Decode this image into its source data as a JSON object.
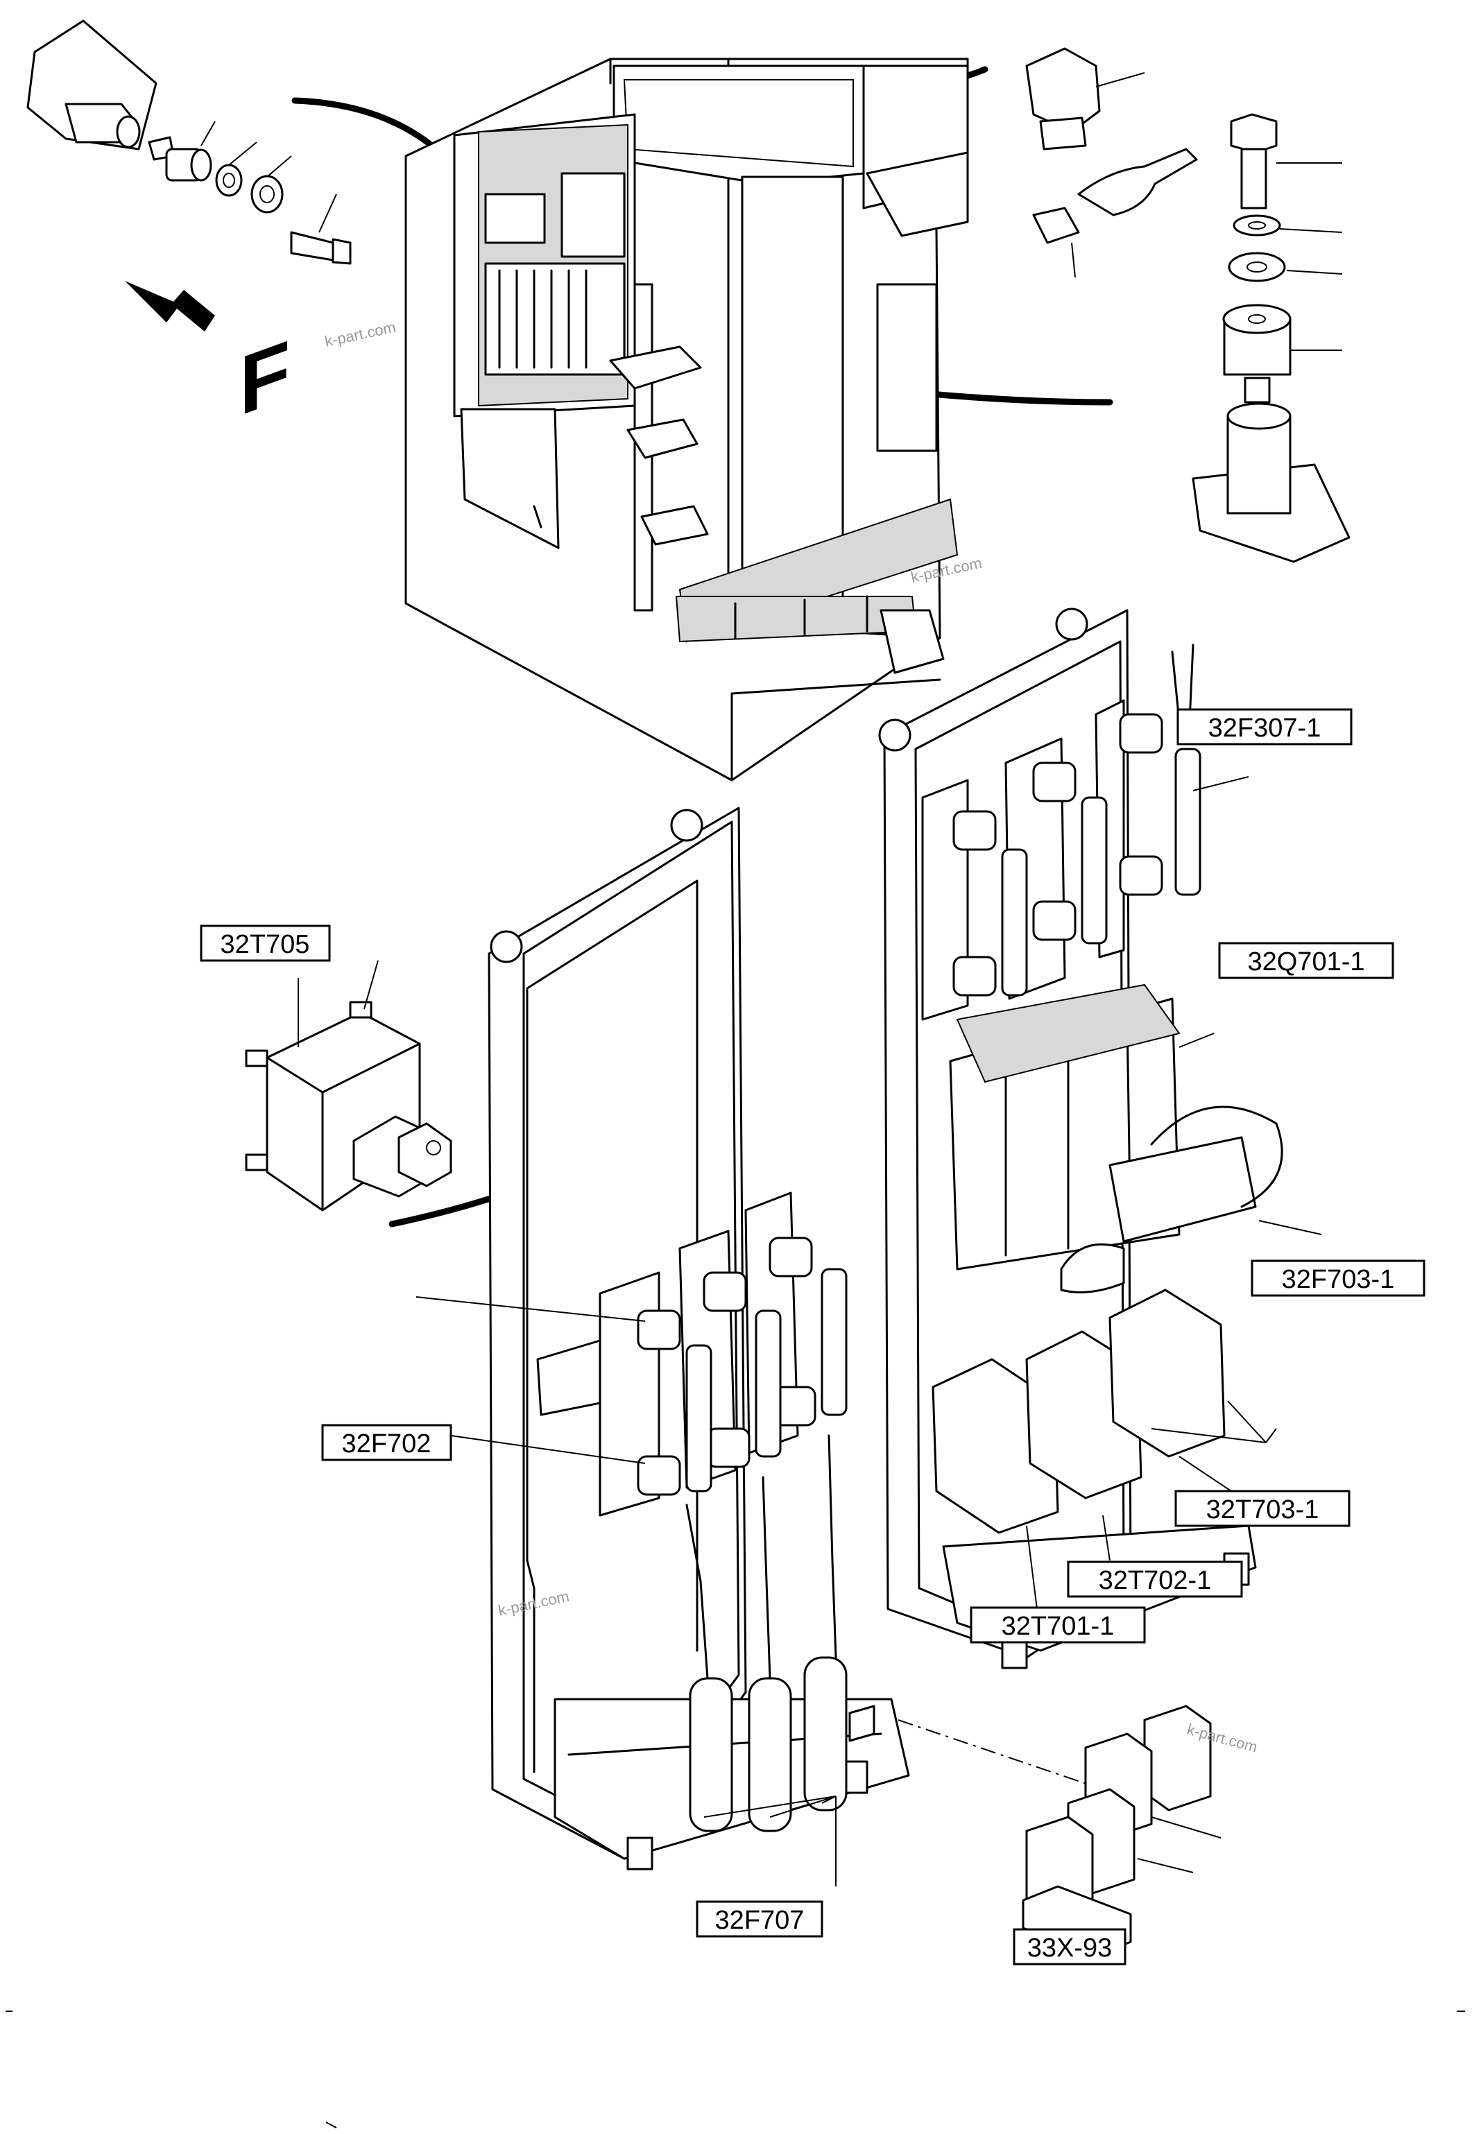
{
  "callouts": {
    "c32F307_1": "32F307-1",
    "c32Q701_1": "32Q701-1",
    "c32T705": "32T705",
    "c32F703_1": "32F703-1",
    "c32F702": "32F702",
    "c32T703_1": "32T703-1",
    "c32T702_1": "32T702-1",
    "c32T701_1": "32T701-1",
    "c32F707": "32F707",
    "c33X_93": "33X-93"
  },
  "direction_marker": {
    "letter": "F"
  },
  "watermark": "k-part.com",
  "colors": {
    "ink": "#000000",
    "paper": "#ffffff",
    "watermark": "#9a9a9a"
  }
}
